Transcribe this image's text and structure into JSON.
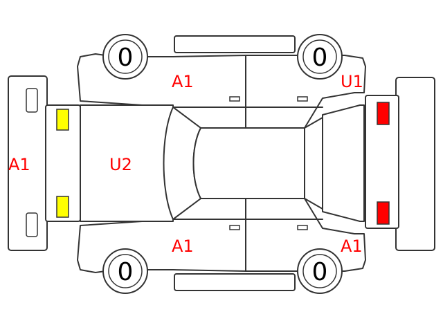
{
  "colors": {
    "code_text": "#ff0000",
    "front_lamp_fill": "#ffff00",
    "rear_lamp_fill": "#ff0000",
    "line": "#333333"
  },
  "wheels": {
    "front_left": "0",
    "rear_left": "0",
    "front_right": "0",
    "rear_right": "0"
  },
  "codes": {
    "front_bumper": "A1",
    "hood": "U2",
    "left_front_door": "A1",
    "right_front_door": "A1",
    "right_rear_quarter": "U1",
    "left_rear_quarter": "A1"
  }
}
